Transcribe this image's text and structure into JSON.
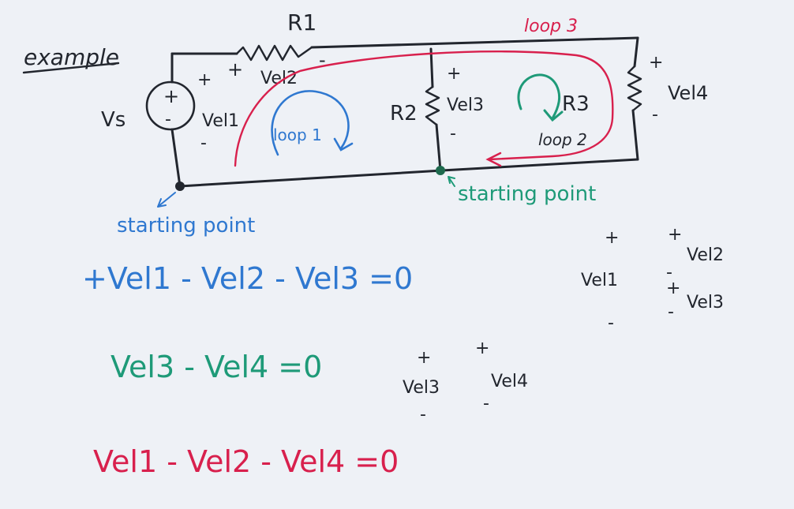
{
  "heading": "example",
  "colors": {
    "ink": "#22262e",
    "blue": "#2f78d0",
    "red": "#d8204d",
    "green": "#1e9a78",
    "paper": "#eef1f6"
  },
  "circuit": {
    "source_label": "Vs",
    "source_plus": "+",
    "source_minus": "-",
    "vel1_label": "Vel1",
    "vel1_plus": "+",
    "vel1_minus": "-",
    "r1_label": "R1",
    "vel2_label": "Vel2",
    "vel2_plus": "+",
    "vel2_minus": "-",
    "r2_label": "R2",
    "vel3_label": "Vel3",
    "vel3_plus": "+",
    "vel3_minus": "-",
    "r3_label": "R3",
    "vel4_label": "Vel4",
    "vel4_plus": "+",
    "vel4_minus": "-",
    "loop1_label": "loop 1",
    "loop2_label": "loop 2",
    "loop3_label": "loop 3",
    "start_label_left": "starting point",
    "start_label_right": "starting point"
  },
  "equations": {
    "eq1": "+Vel1 - Vel2 - Vel3 =0",
    "eq2": "Vel3 - Vel4 =0",
    "eq3": "Vel1 - Vel2 - Vel4 =0"
  },
  "side_notes": {
    "n1_plus_left": "+",
    "n1_plus_right": "+",
    "n1_vel2": "Vel2",
    "n1_minus_mid": "-",
    "n1_vel1": "Vel1",
    "n1_plus_mid": "+",
    "n1_vel3": "Vel3",
    "n1_minus_left": "-",
    "n1_minus_right": "-",
    "n2_plus_left": "+",
    "n2_plus_right": "+",
    "n2_vel3": "Vel3",
    "n2_vel4": "Vel4",
    "n2_minus_left": "-",
    "n2_minus_right": "-"
  }
}
